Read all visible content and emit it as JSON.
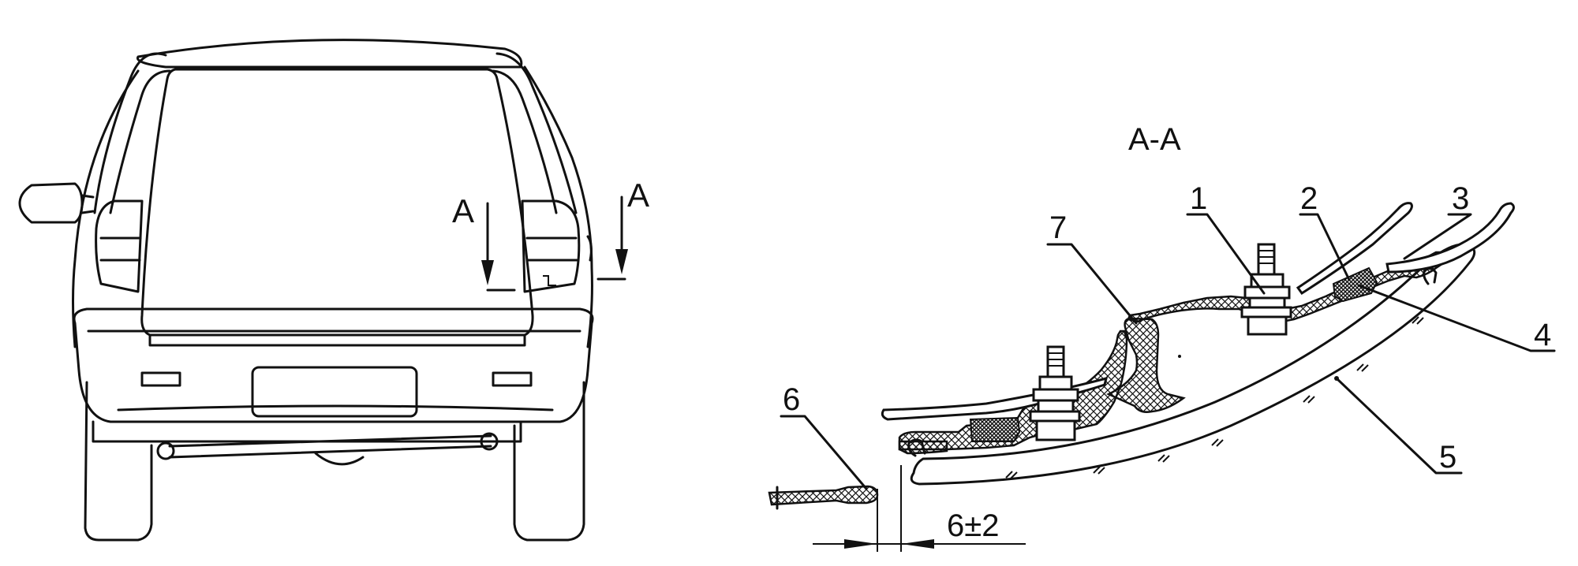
{
  "section_title": "A-A",
  "section_marks": {
    "left": "A",
    "right": "A"
  },
  "callouts": [
    "1",
    "2",
    "3",
    "4",
    "5",
    "6",
    "7"
  ],
  "dimension": "6±2"
}
